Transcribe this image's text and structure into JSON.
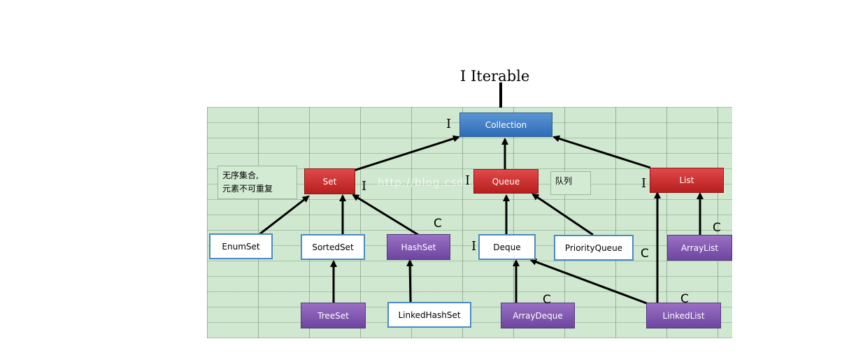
{
  "diagram": {
    "top_node": "I  Iterable",
    "nodes": {
      "collection": "Collection",
      "set": "Set",
      "queue": "Queue",
      "list": "List",
      "enumset": "EnumSet",
      "sortedset": "SortedSet",
      "hashset": "HashSet",
      "deque": "Deque",
      "priorityqueue": "PriorityQueue",
      "arraylist": "ArrayList",
      "treeset": "TreeSet",
      "linkedhashset": "LinkedHashSet",
      "arraydeque": "ArrayDeque",
      "linkedlist": "LinkedList"
    },
    "notes": {
      "set_note": "无序集合,\n元素不可重复",
      "queue_note": "队列"
    },
    "markers": {
      "interface": "I",
      "class": "C"
    },
    "watermark": "http://blog.csdn.net/",
    "colors": {
      "interface_blue": "#2e6cb5",
      "interface_red": "#c02525",
      "class_purple": "#7a52ad",
      "outline_blue": "#4a8ac6",
      "grid_green": "#cfe8cf"
    }
  }
}
